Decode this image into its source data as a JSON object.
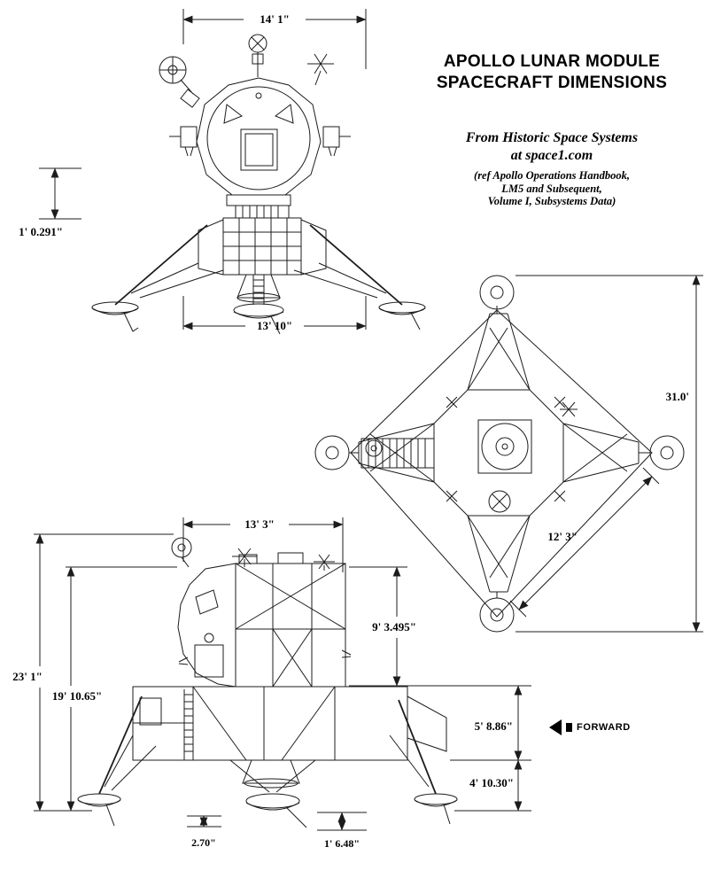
{
  "title_block": {
    "title_line1": "APOLLO LUNAR MODULE",
    "title_line2": "SPACECRAFT DIMENSIONS",
    "source_line1": "From Historic Space Systems",
    "source_line2": "at space1.com",
    "ref_line1": "(ref Apollo Operations Handbook,",
    "ref_line2": "LM5 and Subsequent,",
    "ref_line3": "Volume I, Subsystems Data)"
  },
  "front_view": {
    "dim_top_width": "14' 1\"",
    "dim_left_height": "1' 0.291\"",
    "dim_bottom_width": "13' 10\""
  },
  "top_view": {
    "dim_overall_height": "31.0'",
    "dim_edge_width": "12' 3\""
  },
  "side_view": {
    "dim_top_width": "13' 3\"",
    "dim_overall_height": "23' 1\"",
    "dim_upper_height": "19' 10.65\"",
    "dim_ascent_height": "9' 3.495\"",
    "dim_descent_height": "5' 8.86\"",
    "dim_gear_height": "4' 10.30\"",
    "dim_probe_a": "2.70\"",
    "dim_probe_b": "1' 6.48\""
  },
  "labels": {
    "forward": "FORWARD"
  },
  "colors": {
    "ink": "#1c1c1c",
    "background": "#ffffff"
  }
}
